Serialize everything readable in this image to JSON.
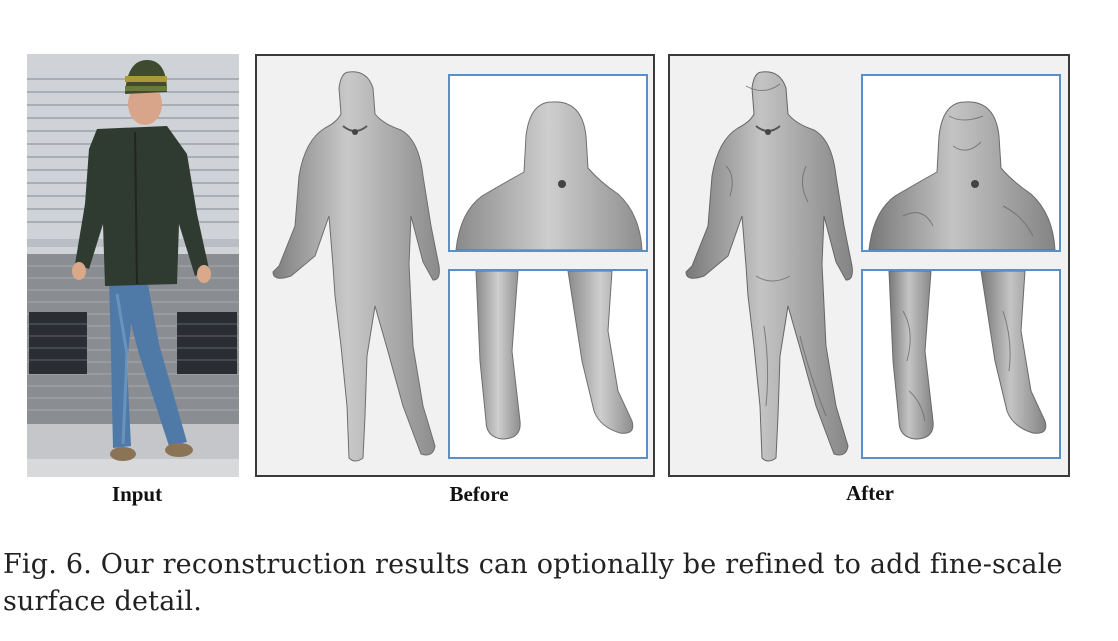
{
  "figure": {
    "panels": {
      "input_label": "Input",
      "before_label": "Before",
      "after_label": "After"
    },
    "colors": {
      "inset_border": "#5b8fc7",
      "panel_border": "#3a3a3a",
      "mesh_gray": "#9c9c9c"
    }
  },
  "caption": {
    "text": "Fig. 6.  Our reconstruction results can optionally be refined to add fine-scale surface detail."
  }
}
